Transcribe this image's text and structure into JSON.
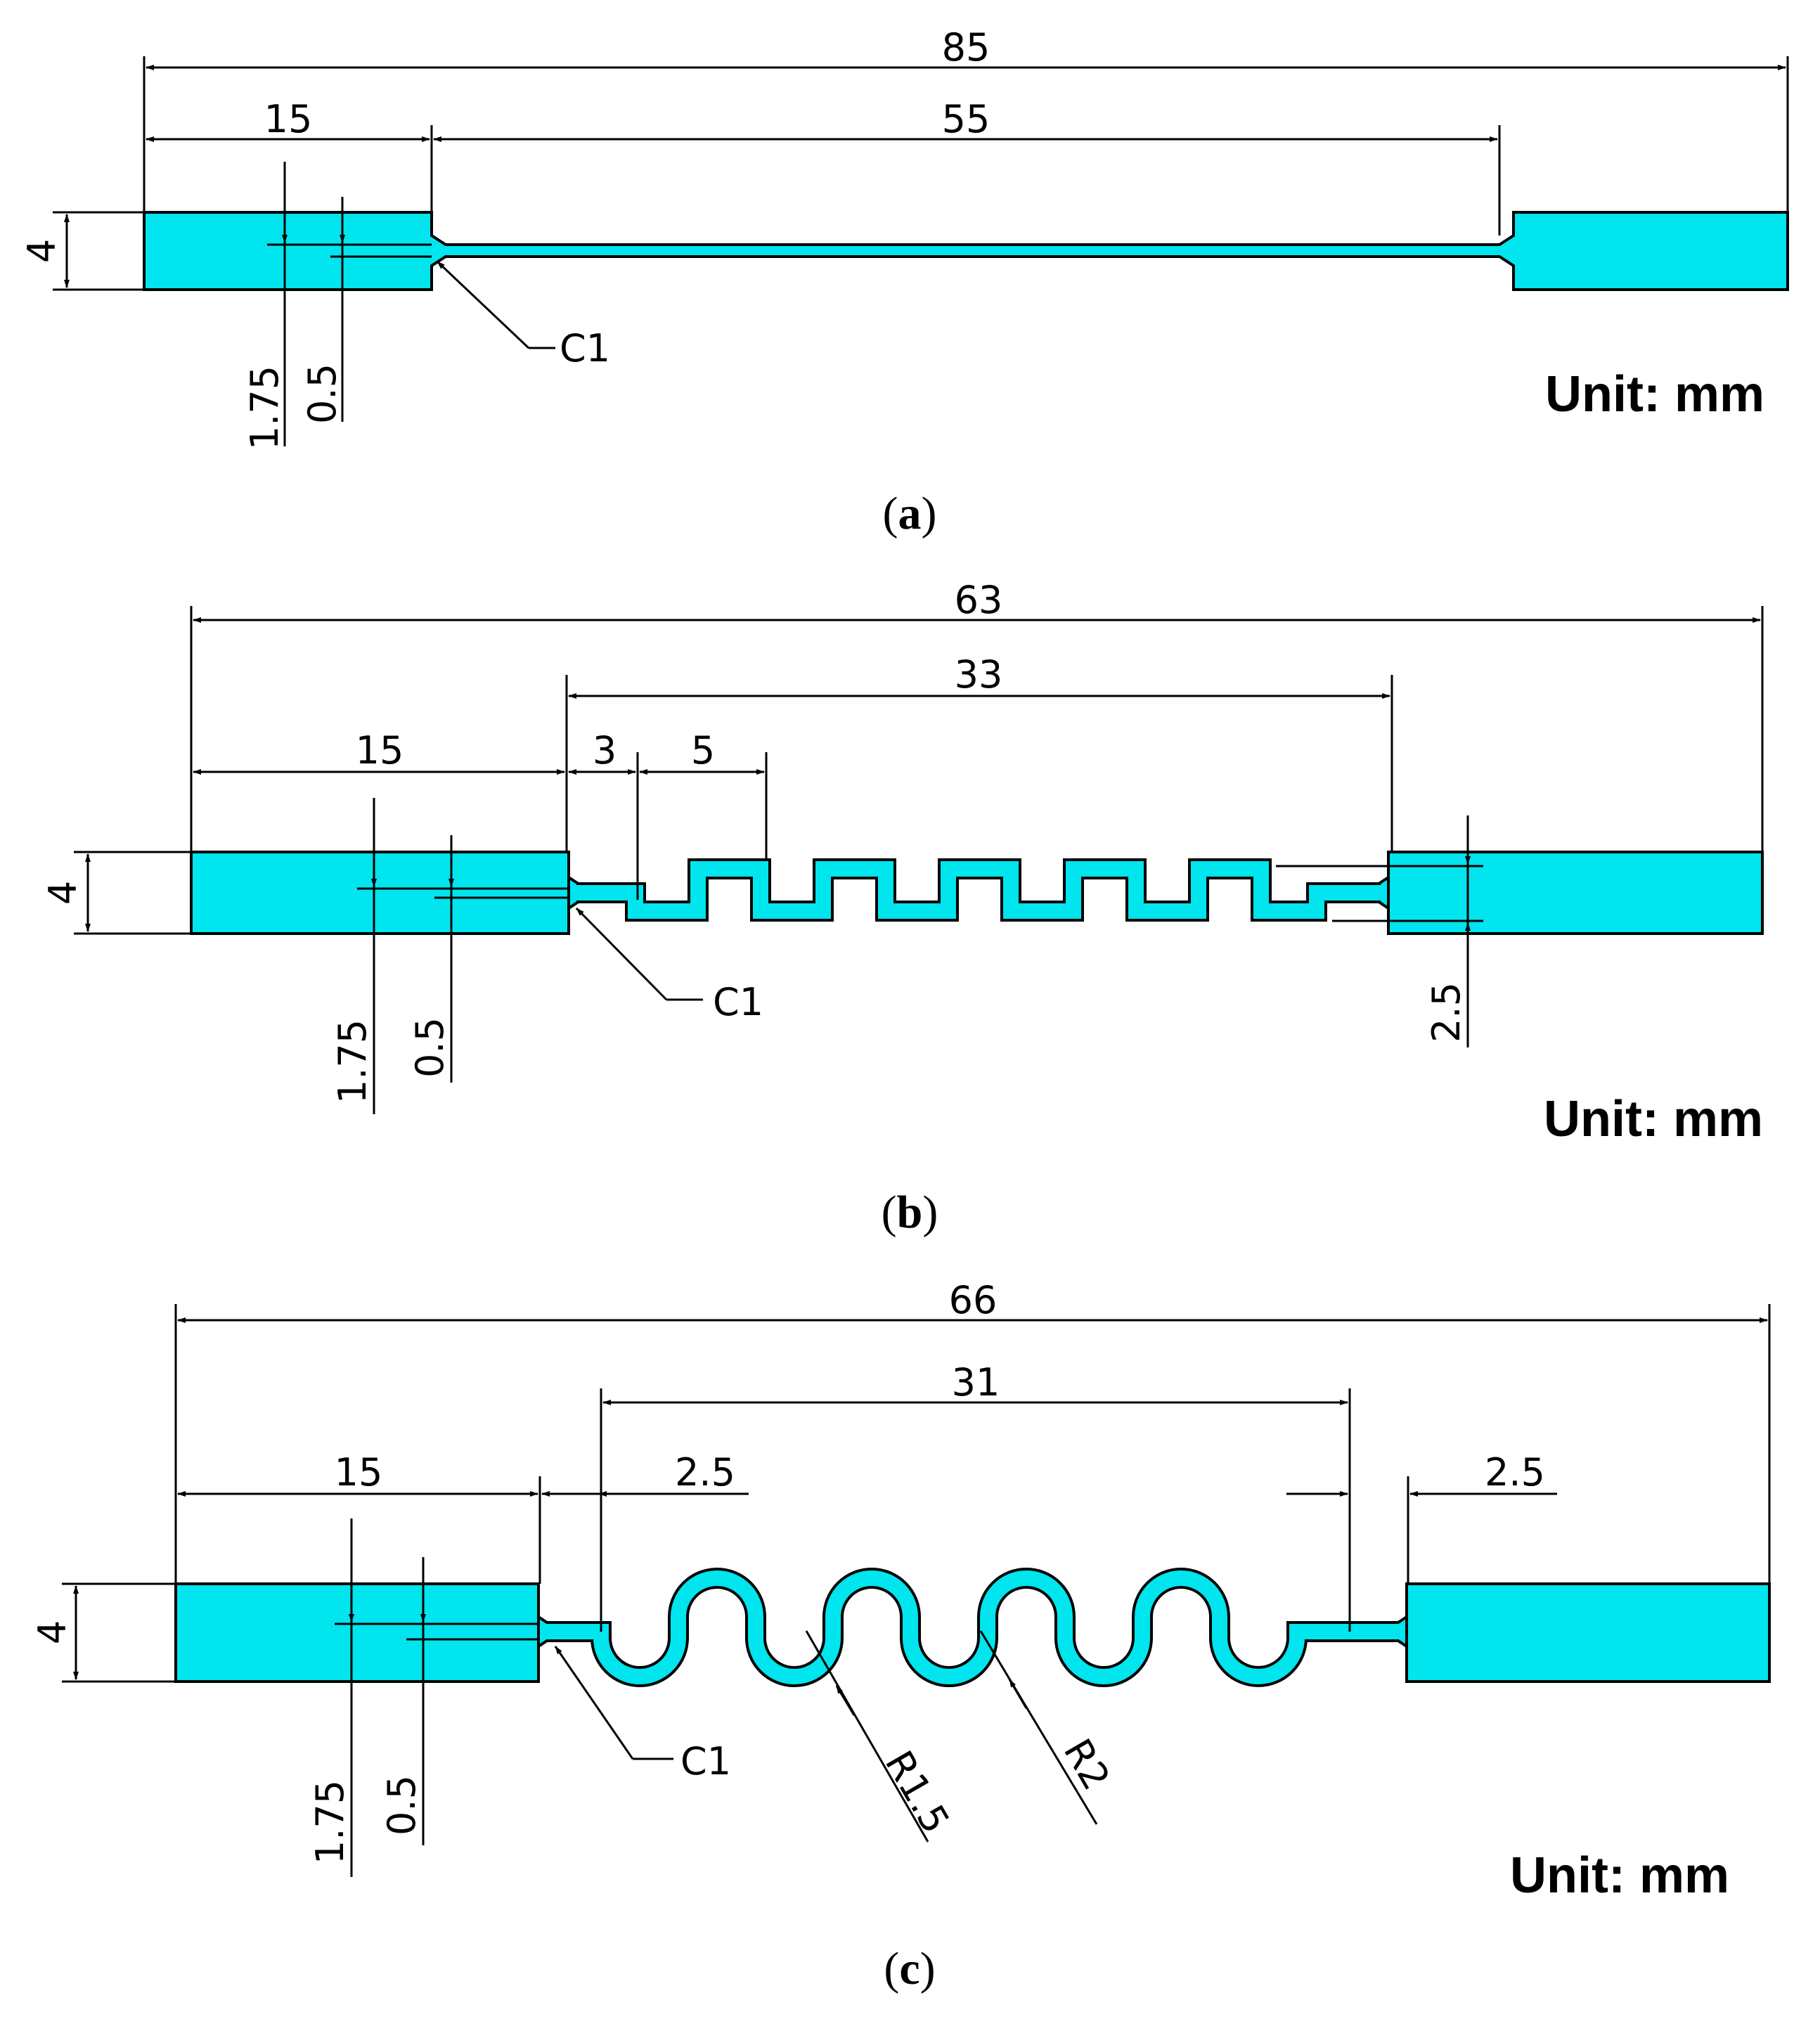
{
  "panels": [
    {
      "id": "a",
      "caption": "a",
      "unit_label": "Unit: mm",
      "dims": {
        "overall": "85",
        "grip": "15",
        "gauge": "55",
        "height": "4",
        "offset": "1.75",
        "thickness": "0.5",
        "chamfer": "C1"
      }
    },
    {
      "id": "b",
      "caption": "b",
      "unit_label": "Unit: mm",
      "dims": {
        "overall": "63",
        "grip": "15",
        "gauge": "33",
        "step": "3",
        "pitch": "5",
        "height": "4",
        "offset": "1.75",
        "thickness": "0.5",
        "amplitude": "2.5",
        "chamfer": "C1"
      }
    },
    {
      "id": "c",
      "caption": "c",
      "unit_label": "Unit: mm",
      "dims": {
        "overall": "66",
        "grip": "15",
        "gauge": "31",
        "lead_left": "2.5",
        "lead_right": "2.5",
        "height": "4",
        "offset": "1.75",
        "thickness": "0.5",
        "chamfer": "C1",
        "radius_inner": "R1.5",
        "radius_outer": "R2"
      }
    }
  ],
  "colors": {
    "part_fill": "#00e5ee",
    "line": "#000000"
  }
}
